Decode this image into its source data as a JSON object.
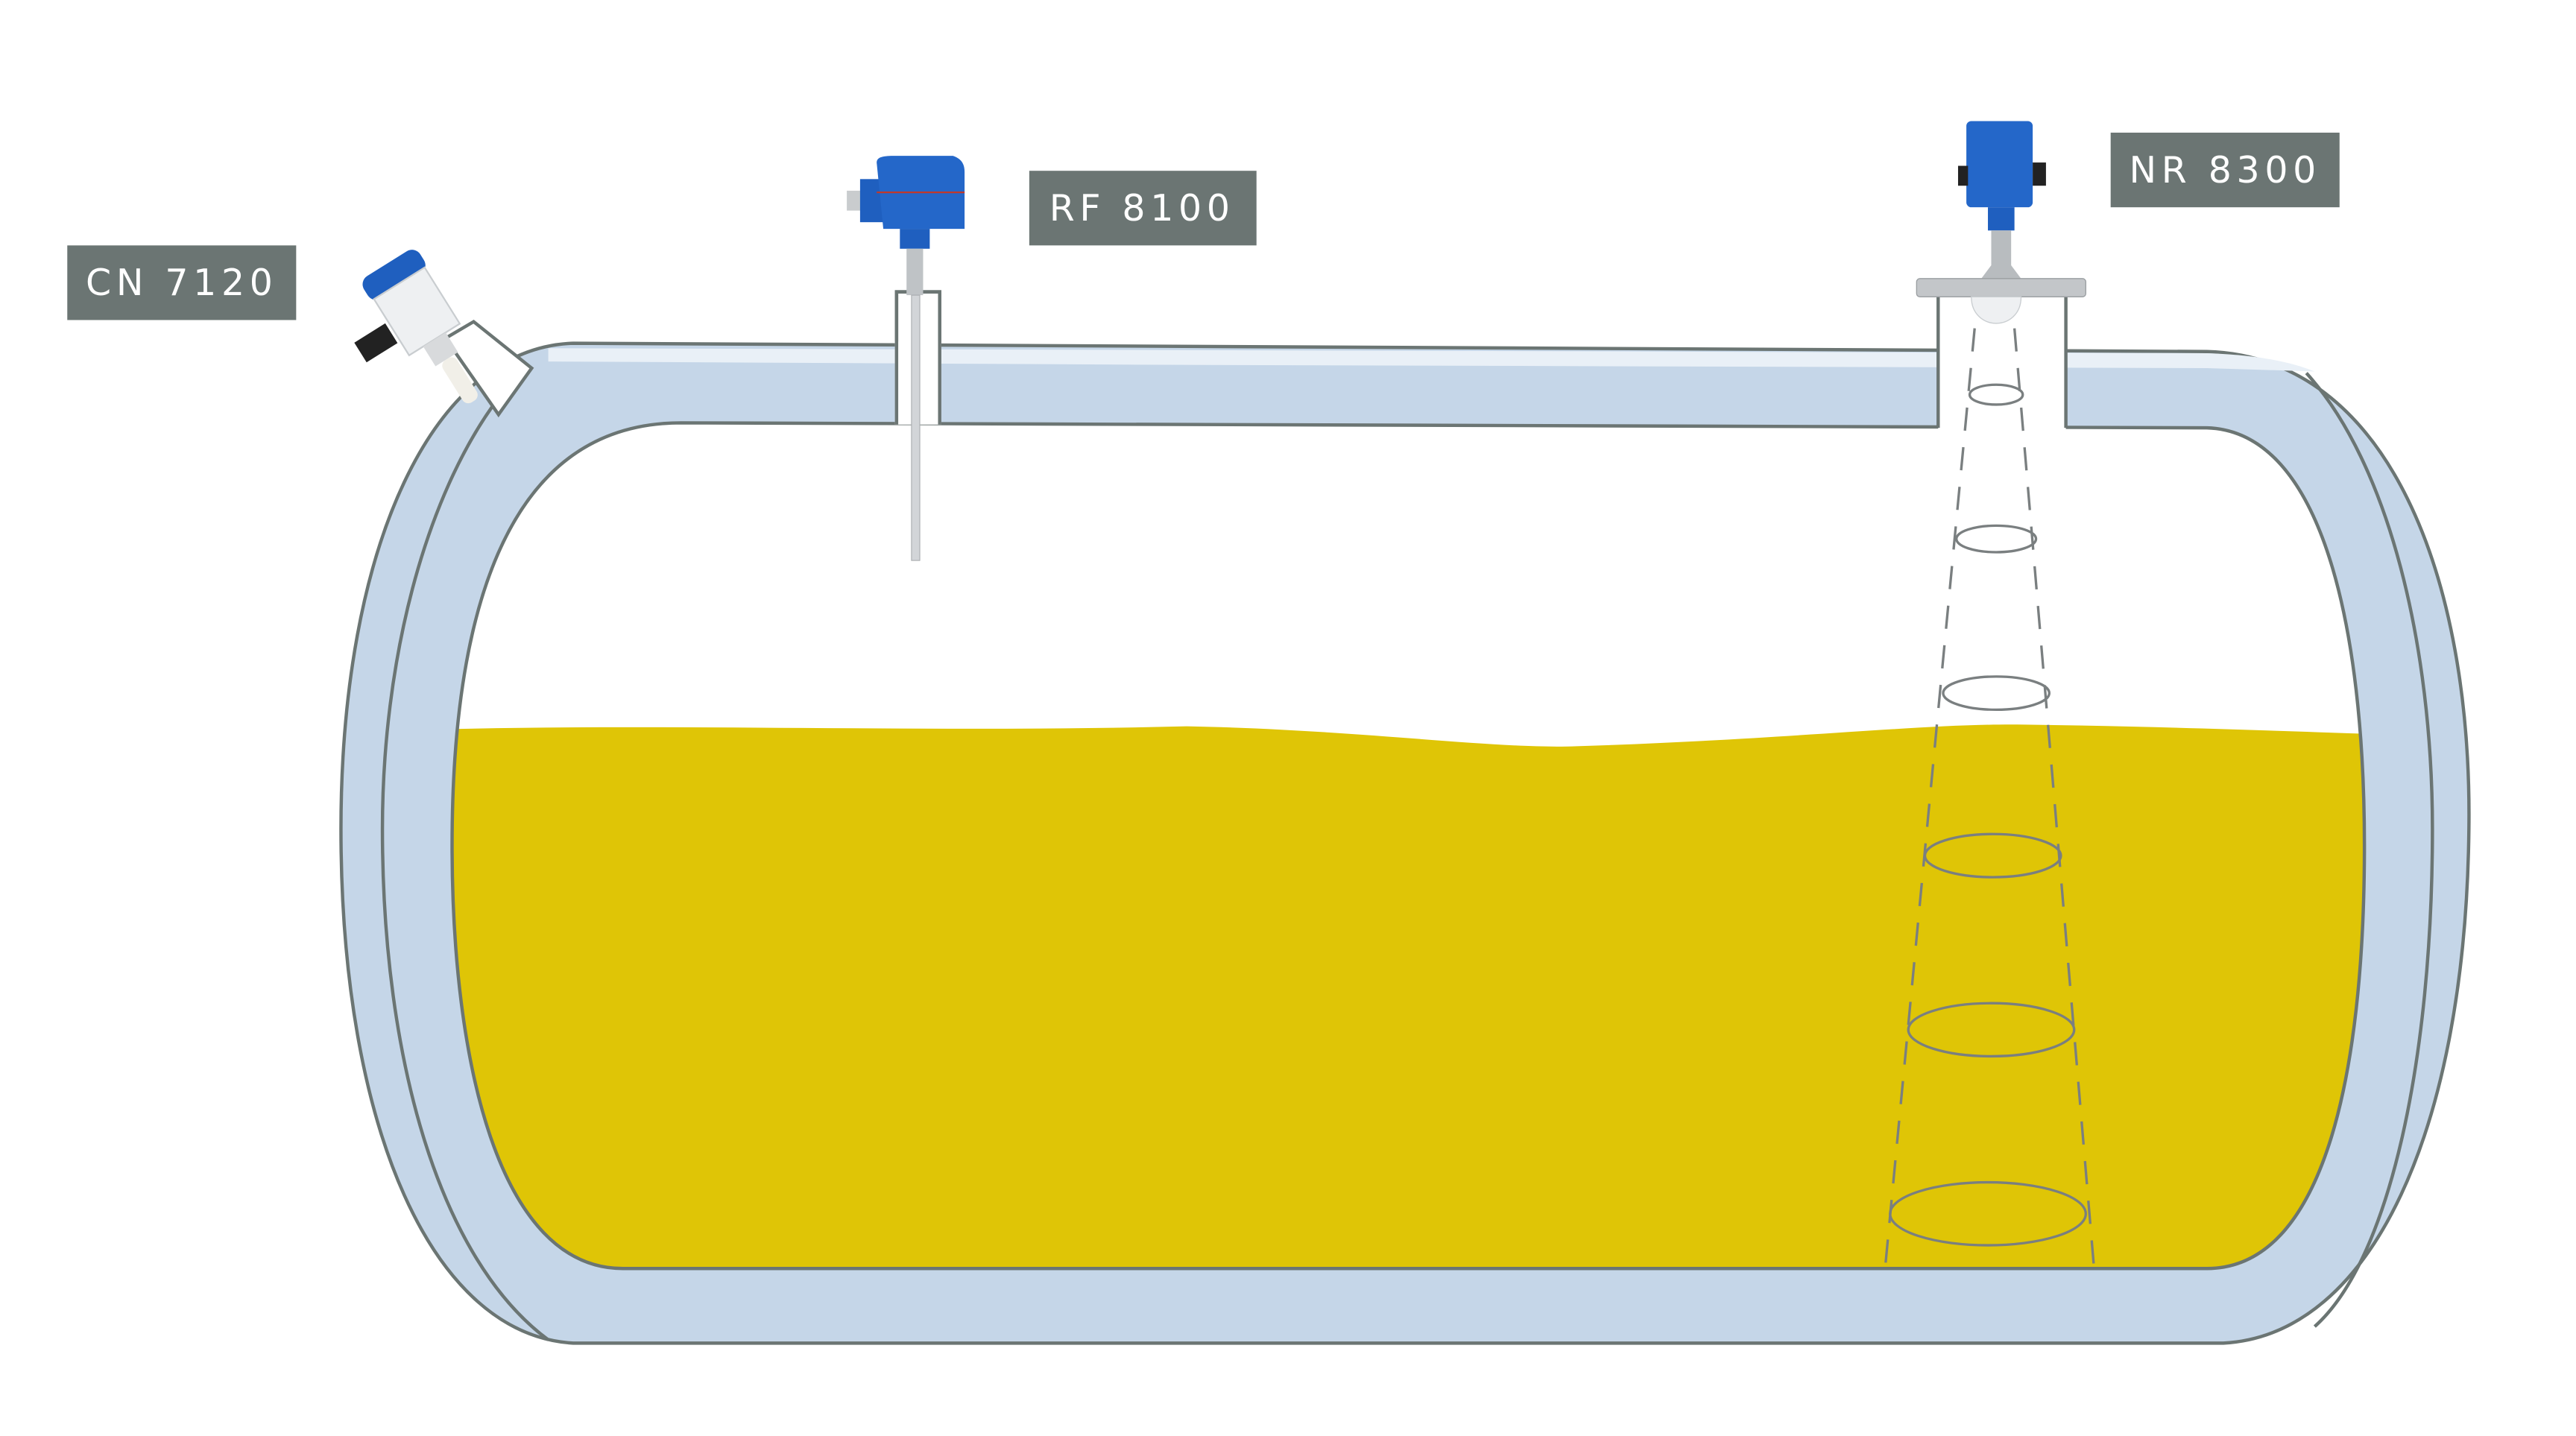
{
  "diagram": {
    "title_hidden": null,
    "sensors": [
      {
        "id": "cn",
        "label": "CN 7120"
      },
      {
        "id": "rf",
        "label": "RF 8100"
      },
      {
        "id": "nr",
        "label": "NR 8300"
      }
    ],
    "colors": {
      "liquid": "#dfc506",
      "tank_wall": "#c5d6e8",
      "outline": "#6b7573",
      "label_bg": "#6b7573",
      "sensor_blue": "#1f5fbf"
    }
  }
}
